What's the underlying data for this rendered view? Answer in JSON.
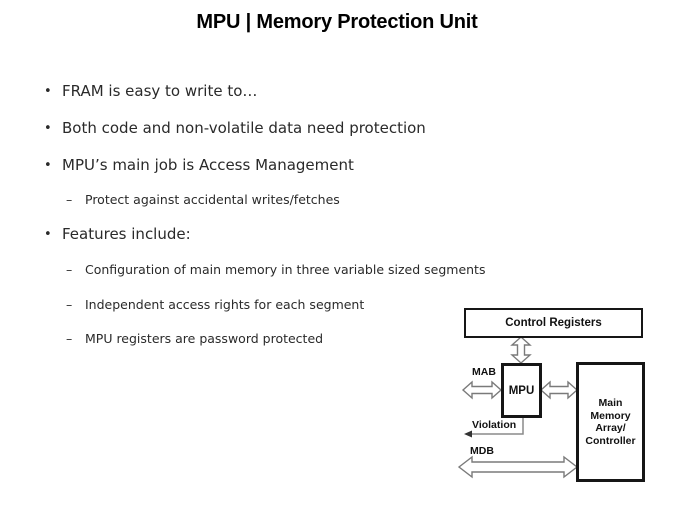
{
  "slide": {
    "title": "MPU | Memory Protection Unit",
    "bullets": {
      "l1_marker": "•",
      "l2_marker": "–",
      "items": [
        {
          "level": 1,
          "text": "FRAM is easy to write to…"
        },
        {
          "level": 1,
          "text": "Both code and non-volatile data need protection"
        },
        {
          "level": 1,
          "text": "MPU’s main job is Access Management"
        },
        {
          "level": 2,
          "text": "Protect against accidental writes/fetches"
        },
        {
          "level": 1,
          "text": "Features include:"
        },
        {
          "level": 2,
          "text": "Configuration of main memory in three variable sized segments"
        },
        {
          "level": 2,
          "text": "Independent access rights for each segment"
        },
        {
          "level": 2,
          "text": "MPU registers are password protected"
        }
      ]
    },
    "diagram": {
      "control_registers_label": "Control Registers",
      "mpu_label": "MPU",
      "main_memory_lines": [
        "Main",
        "Memory",
        "Array/",
        "Controller"
      ],
      "mab_label": "MAB",
      "violation_label": "Violation",
      "mdb_label": "MDB",
      "colors": {
        "box_border": "#161616",
        "arrow_outline": "#7a7a7a",
        "arrow_fill": "#ffffff",
        "violation_line": "#8a8a8a",
        "violation_arrowhead": "#333333",
        "text": "#111111"
      }
    }
  }
}
